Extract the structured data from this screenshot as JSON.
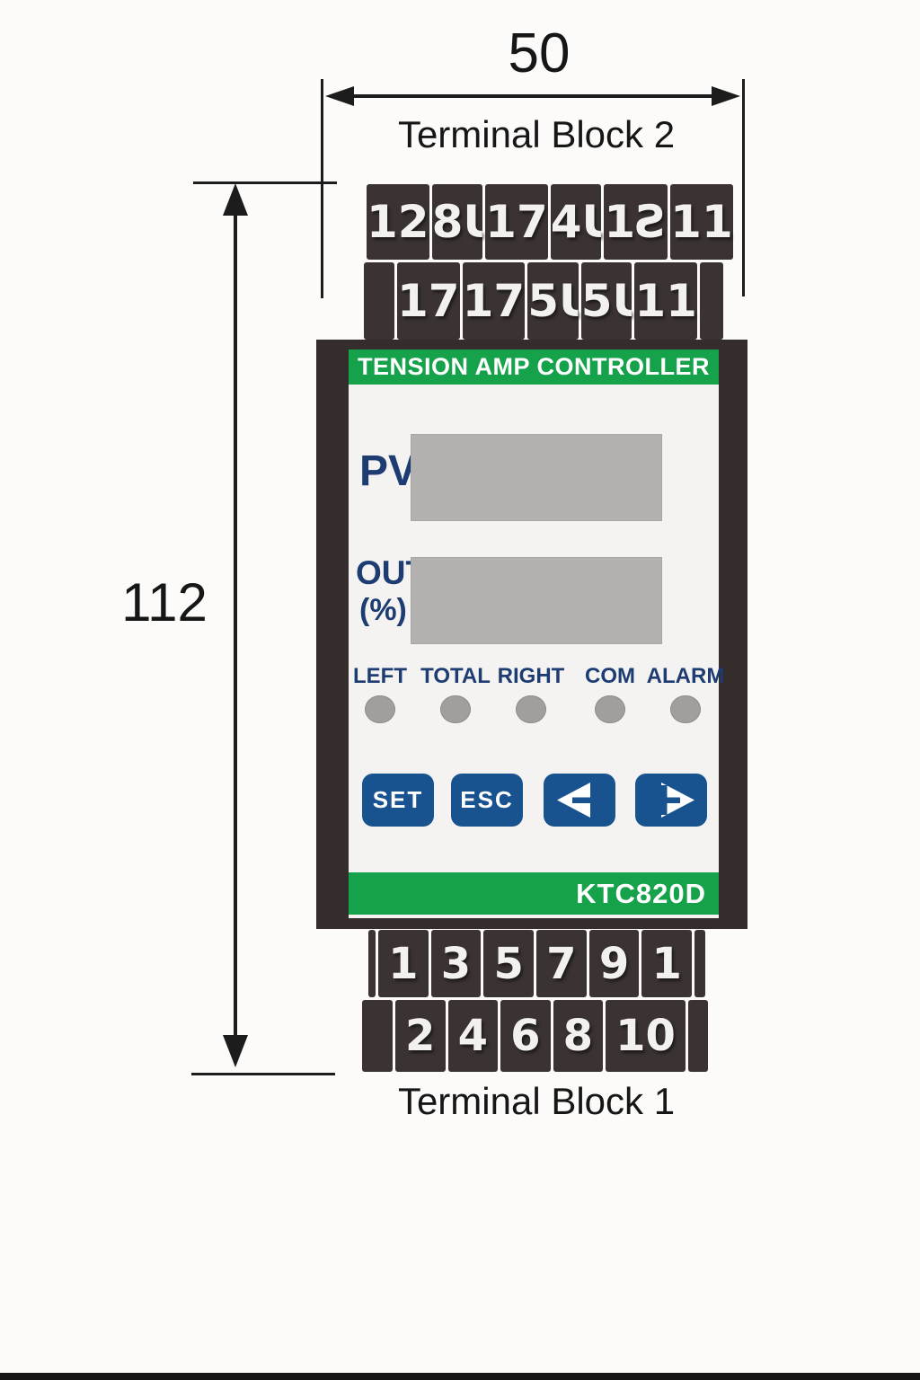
{
  "dim_width": {
    "value": "50",
    "label": "Terminal Block 2"
  },
  "dim_height": {
    "value": "112"
  },
  "bottom_label": "Terminal Block 1",
  "panel": {
    "title": "TENSION AMP CONTROLLER",
    "model": "KTC820D",
    "pv_label": "PV",
    "out_label": "OUT",
    "out_unit": "(%)",
    "leds": [
      "LEFT",
      "TOTAL",
      "RIGHT",
      "COM",
      "ALARM"
    ],
    "buttons": {
      "set": "SET",
      "esc": "ESC",
      "decrement": "−",
      "increment": "+"
    }
  },
  "top_block": {
    "row1": [
      "12",
      "8Ɩ",
      "17",
      "4Ɩ",
      "1Ƨ",
      "11"
    ],
    "row2": [
      "17",
      "17",
      "5Ɩ",
      "5Ɩ",
      "11"
    ]
  },
  "bottom_block": {
    "row1": [
      "1",
      "3",
      "5",
      "7",
      "9",
      "1"
    ],
    "row2": [
      "2",
      "4",
      "6",
      "8",
      "10"
    ]
  },
  "colors": {
    "green": "#15a24b",
    "navy": "#1d3c72",
    "button_blue": "#185390",
    "terminal_dark": "#3a3332",
    "frame_dark": "#342d2c",
    "display_gray": "#b2b1b0",
    "led_gray": "#a09f9e"
  }
}
